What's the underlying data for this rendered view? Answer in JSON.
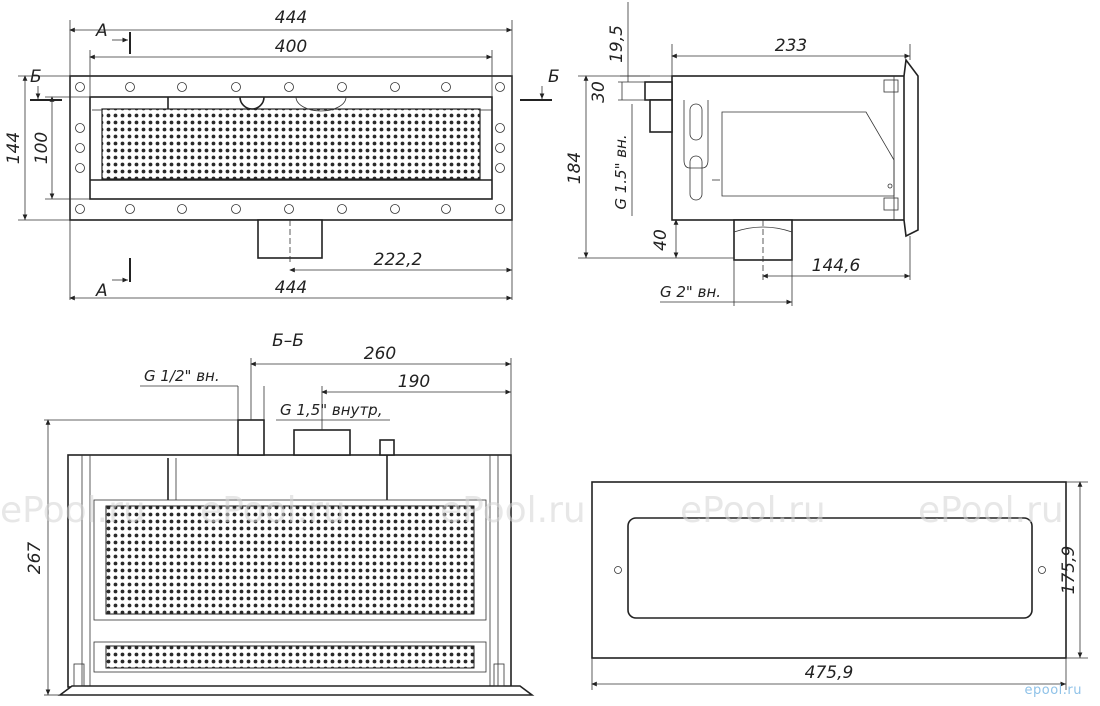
{
  "view_top": {
    "dim_overall_width": "444",
    "dim_inner_width": "400",
    "dim_bottom_width": "444",
    "dim_pipe_offset": "222,2",
    "dim_height": "144",
    "dim_inner_height": "100",
    "section_a_top": "А",
    "section_a_bottom": "А",
    "section_b_left": "Б",
    "section_b_right": "Б"
  },
  "view_side": {
    "dim_depth": "233",
    "dim_flange_offset": "19,5",
    "dim_top_pipe": "30",
    "dim_height": "184",
    "dim_bottom_pipe": "40",
    "dim_pipe_center": "144,6",
    "label_side_thread": "G 1.5\" вн.",
    "label_bottom_thread": "G 2\" вн."
  },
  "view_section": {
    "title": "Б–Б",
    "dim_260": "260",
    "dim_190": "190",
    "dim_height": "267",
    "label_thread_half": "G 1/2\" вн.",
    "label_thread_15": "G 1,5\" внутр,"
  },
  "view_front": {
    "dim_width": "475,9",
    "dim_height": "175,9"
  },
  "watermarks": [
    "ePool.ru",
    "ePool.ru",
    "ePool.ru",
    "ePool.ru",
    "ePool.ru"
  ],
  "corner_logo": "epool.ru"
}
